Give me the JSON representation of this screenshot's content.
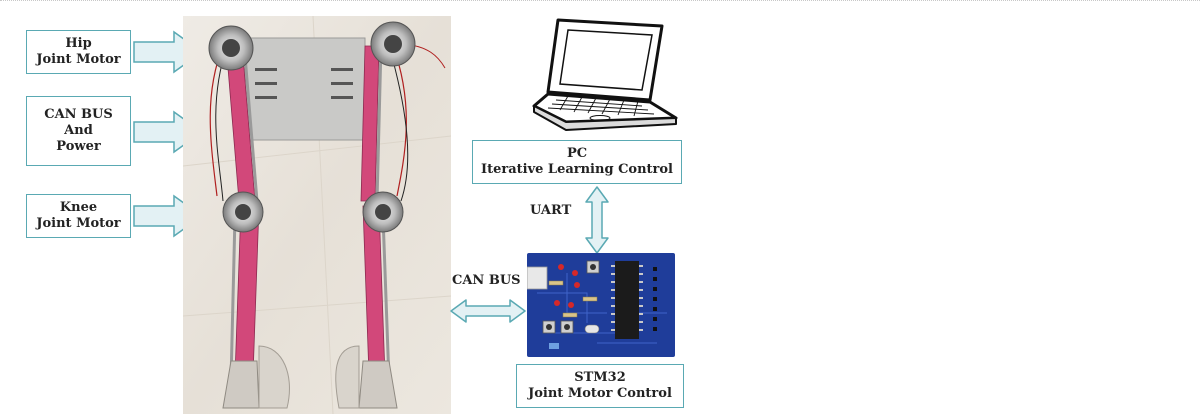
{
  "labels": {
    "hip": [
      "Hip",
      "Joint Motor"
    ],
    "can_power": [
      "CAN BUS",
      "And",
      "Power"
    ],
    "knee": [
      "Knee",
      "Joint Motor"
    ],
    "pc": [
      "PC",
      "Iterative Learning Control"
    ],
    "uart": "UART",
    "can_bus": "CAN BUS",
    "stm32": [
      "STM32",
      "Joint Motor Control"
    ]
  },
  "colors": {
    "box_border": "#5aa9b3",
    "arrow_fill": "#e3f1f4",
    "arrow_stroke": "#5aa9b3",
    "belt": "#d2487a",
    "pcb": "#1f3d9a",
    "floor": "#e9e4dc"
  },
  "icons": [
    "laptop-icon",
    "exoskeleton-photo",
    "stm32-board-image"
  ]
}
